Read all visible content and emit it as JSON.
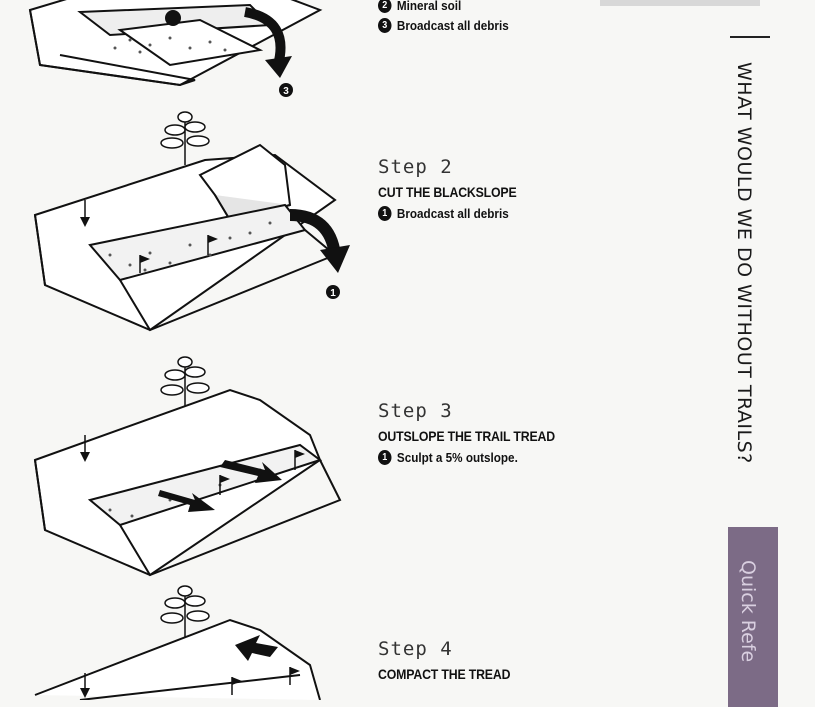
{
  "sidebar": {
    "title": "WHAT WOULD WE DO WITHOUT TRAILS?",
    "tab_label": "Quick Refe"
  },
  "step1": {
    "items": [
      {
        "num": "2",
        "text": "Mineral soil"
      },
      {
        "num": "3",
        "text": "Broadcast all debris"
      }
    ],
    "callout_num": "3"
  },
  "step2": {
    "title": "Step 2",
    "heading": "CUT THE BLACKSLOPE",
    "items": [
      {
        "num": "1",
        "text": "Broadcast all debris"
      }
    ],
    "callout_num": "1"
  },
  "step3": {
    "title": "Step 3",
    "heading": "OUTSLOPE THE TRAIL TREAD",
    "items": [
      {
        "num": "1",
        "text": "Sculpt a 5% outslope."
      }
    ]
  },
  "step4": {
    "title": "Step 4",
    "heading": "COMPACT THE TREAD"
  },
  "colors": {
    "sidebar_tab": "#7c6b86",
    "ink": "#111111"
  },
  "icons": [
    "tree-icon",
    "arrow-icon",
    "flag-icon"
  ]
}
